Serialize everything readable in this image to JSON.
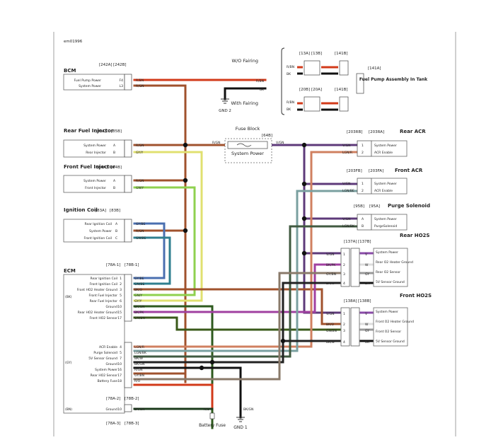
{
  "diagram": {
    "code": "em01996",
    "bcm": {
      "title": "BCM",
      "conn": "[242A]",
      "conn2": "[242B]",
      "pins": [
        {
          "label": "Fuel Pump Power",
          "num": "F4",
          "wire": "R/BN"
        },
        {
          "label": "System Power",
          "num": "L3",
          "wire": "R/GN"
        }
      ]
    },
    "fuel_pump": {
      "title": "Fuel Pump Assembly In Tank",
      "conn": "[141A]",
      "wo": {
        "title": "W/O Fairing",
        "conns": [
          "[13A]",
          "[13B]",
          "[141B]"
        ],
        "wires": [
          "R/BN",
          "BK"
        ]
      },
      "with": {
        "title": "With Fairing",
        "conns": [
          "[20B]",
          "[20A]",
          "[141B]"
        ],
        "wires": [
          "R/BN",
          "BK"
        ]
      },
      "wires": [
        "R/BN",
        "BK"
      ]
    },
    "gnd2": "GND 2",
    "rear_inj": {
      "title": "Rear Fuel Injector",
      "conn": "[85A]",
      "conn2": "[85B]",
      "pins": [
        {
          "label": "System Power",
          "num": "A",
          "wire": "R/GN"
        },
        {
          "label": "Rear Injector",
          "num": "B",
          "wire": "GY/Y"
        }
      ]
    },
    "front_inj": {
      "title": "Front Fuel Injector",
      "conn": "[84A]",
      "conn2": "[84B]",
      "pins": [
        {
          "label": "System Power",
          "num": "A",
          "wire": "R/GN"
        },
        {
          "label": "Front Injector",
          "num": "B",
          "wire": "GN/Y"
        }
      ]
    },
    "coil": {
      "title": "Ignition Coil",
      "conn": "[83A]",
      "conn2": "[83B]",
      "pins": [
        {
          "label": "Rear Ignition Coil",
          "num": "A",
          "wire": "GY/BE"
        },
        {
          "label": "System Power",
          "num": "B",
          "wire": "R/GN"
        },
        {
          "label": "Front Ignition Coil",
          "num": "C",
          "wire": "GN/BE"
        }
      ]
    },
    "fuse_block": {
      "title": "Fuse Block",
      "conn": "[64B]",
      "label": "System Power",
      "wire_in": "R/GN",
      "wire_out": "V/GN"
    },
    "rear_acr": {
      "title": "Rear ACR",
      "conn": "[203RB]",
      "conn2": "[203RA]",
      "pins": [
        {
          "label": "System Power",
          "num": "1",
          "wire": "V/GN"
        },
        {
          "label": "ACR Enable",
          "num": "2",
          "wire": "LGN/R"
        }
      ]
    },
    "front_acr": {
      "title": "Front ACR",
      "conn": "[203FB]",
      "conn2": "[203FA]",
      "pins": [
        {
          "label": "System Power",
          "num": "1",
          "wire": "V/GN"
        },
        {
          "label": "ACR Enable",
          "num": "2",
          "wire": "LGN/BE"
        }
      ]
    },
    "purge": {
      "title": "Purge Solenoid",
      "conn": "[95B]",
      "conn2": "[95A]",
      "pins": [
        {
          "label": "System Power",
          "num": "A",
          "wire": "V/GN"
        },
        {
          "label": "PurgeSolenoid",
          "num": "B",
          "wire": "LGN/BK"
        }
      ]
    },
    "rear_o2": {
      "title": "Rear HO2S",
      "conn": "[137A]",
      "conn2": "[137B]",
      "pins": [
        {
          "label": "System Power",
          "num": "1",
          "wire": "V/GN",
          "out": "V"
        },
        {
          "label": "Rear O2 Heater Ground",
          "num": "2",
          "wire": "BK/PK",
          "out": "W"
        },
        {
          "label": "Rear O2 Sensor",
          "num": "3",
          "wire": "GY/BN",
          "out": "GY"
        },
        {
          "label": "5V Sensor Ground",
          "num": "4",
          "wire": "BK/W",
          "out": "BK"
        }
      ]
    },
    "front_o2": {
      "title": "Front HO2S",
      "conn": "[138A]",
      "conn2": "[138B]",
      "pins": [
        {
          "label": "System Power",
          "num": "1",
          "wire": "V/GN",
          "out": "V"
        },
        {
          "label": "Front O2 Heater Ground",
          "num": "2",
          "wire": "BK/O",
          "out": "W"
        },
        {
          "label": "Front O2 Sensor",
          "num": "3",
          "wire": "GN/BN",
          "out": "GY"
        },
        {
          "label": "5V Sensor Ground",
          "num": "4",
          "wire": "BK/W",
          "out": "BK"
        }
      ]
    },
    "ecm": {
      "title": "ECM",
      "conn1": "[78A-1]",
      "conn1b": "[78B-1]",
      "conn2": "[78A-2]",
      "conn2b": "[78B-2]",
      "conn3": "[78A-3]",
      "conn3b": "[78B-3]",
      "bk": "(BK)",
      "gy": "(GY)",
      "bn": "(BN)",
      "pins_bk": [
        {
          "label": "Rear Ignition Coil",
          "num": "1",
          "wire": "GY/BE"
        },
        {
          "label": "Front Ignition Coil",
          "num": "2",
          "wire": "GN/BE"
        },
        {
          "label": "Front HO2 Heater Ground",
          "num": "3",
          "wire": "BK/O"
        },
        {
          "label": "Front Fuel Injector",
          "num": "5",
          "wire": "GN/Y"
        },
        {
          "label": "Rear Fuel Injector",
          "num": "6",
          "wire": "GY/Y"
        },
        {
          "label": "Ground",
          "num": "10",
          "wire": "BK/GN"
        },
        {
          "label": "Rear HO2 Heater Ground",
          "num": "15",
          "wire": "BK/PK"
        },
        {
          "label": "Front HO2 Sensor",
          "num": "17",
          "wire": "GN/BN"
        }
      ],
      "pins_gy": [
        {
          "label": "ACR Enable",
          "num": "4",
          "wire": "LGN/R"
        },
        {
          "label": "Purge Solenoid",
          "num": "5",
          "wire": "LGN/BK"
        },
        {
          "label": "5V Sensor Ground",
          "num": "7",
          "wire": "BK/W"
        },
        {
          "label": "Ground",
          "num": "10",
          "wire": "BK/GN"
        },
        {
          "label": "System Power",
          "num": "16",
          "wire": "R/GN"
        },
        {
          "label": "Rear HO2 Sensor",
          "num": "17",
          "wire": "GY/BN"
        },
        {
          "label": "Battery Fuse",
          "num": "18",
          "wire": "R/O"
        }
      ],
      "pins_bn": [
        {
          "label": "Ground",
          "num": "10",
          "wire": "BK/GN"
        }
      ]
    },
    "battery_fuse": {
      "label": "Battery Fuse",
      "wire": "R/O"
    },
    "gnd1": {
      "label": "GND 1",
      "wire": "BK/GN"
    },
    "colors": {
      "red": "#d23a1a",
      "brown": "#a0522d",
      "black": "#111111",
      "violet": "#5e3a7a",
      "green": "#2e6e1e",
      "lgreen": "#8fd14f",
      "yellow": "#e0e070",
      "blue": "#4a6fb0",
      "teal": "#2f7f8f",
      "gray": "#9a9a9a",
      "orange": "#e09060",
      "pink": "#c050c0"
    }
  }
}
